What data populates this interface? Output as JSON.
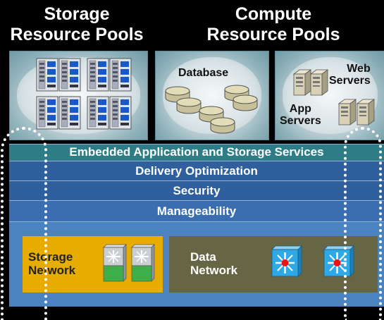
{
  "headings": {
    "storage": [
      "Storage",
      "Resource Pools"
    ],
    "compute": [
      "Compute",
      "Resource Pools"
    ]
  },
  "clouds": {
    "database": "Database",
    "web_servers": [
      "Web",
      "Servers"
    ],
    "app_servers": [
      "App",
      "Servers"
    ]
  },
  "layers": {
    "embedded": "Embedded Application and Storage Services",
    "delivery": "Delivery Optimization",
    "security": "Security",
    "manageability": "Manageability"
  },
  "networks": {
    "storage": [
      "Storage",
      "Network"
    ],
    "data": [
      "Data",
      "Network"
    ]
  },
  "icons": {
    "storage_array": "storage-array-icon",
    "database_disk": "database-disk-icon",
    "server_tower": "server-tower-icon",
    "fc_switch": "fibre-channel-switch-icon",
    "multilayer_switch": "multilayer-switch-icon"
  },
  "colors": {
    "storage_network": "#e6ac00",
    "data_network": "#666645",
    "embedded_layer": "#2e7d86",
    "service_layers": "#2f5f9d"
  }
}
